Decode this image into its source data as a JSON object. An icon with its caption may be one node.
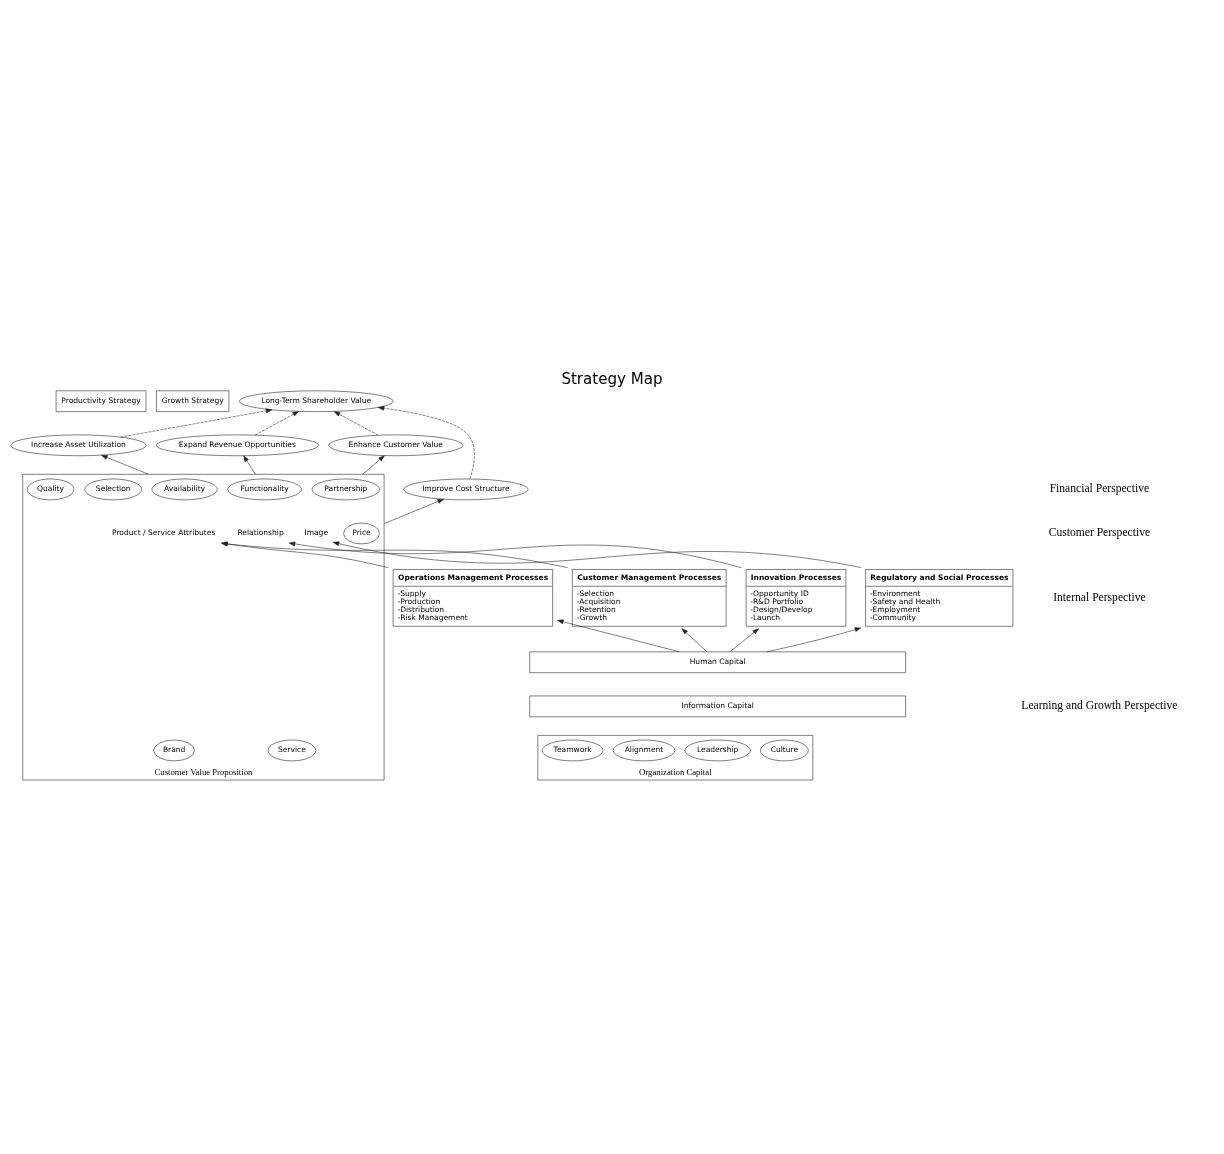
{
  "diagram": {
    "title": "Strategy Map",
    "nodes": [
      {
        "text": [
          "Productivity Strategy"
        ]
      },
      {
        "text": [
          "Long-Term Shareholder Value"
        ]
      },
      {
        "text": [
          "Growth Strategy"
        ]
      },
      {
        "text": [
          "Improve Cost Structure"
        ]
      },
      {
        "text": [
          "Increase Asset Utilization"
        ]
      },
      {
        "text": [
          "Expand Revenue Opportunities"
        ]
      },
      {
        "text": [
          "Enhance Customer Value"
        ]
      },
      {
        "text": [
          "Customer Value Proposition"
        ]
      },
      {
        "text": [
          "Price"
        ],
        "in": 7
      },
      {
        "text": [
          "Quality"
        ],
        "in": 7
      },
      {
        "text": [
          "Availability"
        ],
        "in": 7
      },
      {
        "text": [
          "Selection"
        ],
        "in": 7
      },
      {
        "text": [
          "Functionality"
        ],
        "in": 7
      },
      {
        "text": [
          "Service"
        ],
        "in": 7
      },
      {
        "text": [
          "Partnership"
        ],
        "in": 7
      },
      {
        "text": [
          "Brand"
        ],
        "in": 7
      },
      {
        "text": [
          "Product / Service Attributes"
        ],
        "in": 7
      },
      {
        "text": [
          "Relationship"
        ],
        "in": 7
      },
      {
        "text": [
          "Image"
        ],
        "in": 7
      },
      {
        "text": [
          "Operations Management Processes",
          "-Supply -Production -Distribution -Risk Management"
        ]
      },
      {
        "text": [
          "Customer Management Processes",
          "-Selection -Acquisition -Retention -Growth"
        ]
      },
      {
        "text": [
          "Innovation Processes",
          "-Opportunity ID -R&D Portfolio -Design/Develop -Launch"
        ]
      },
      {
        "text": [
          "Regulatory and Social Processes",
          "-Environment -Safety and Health -Employment -Community"
        ]
      },
      {
        "text": [
          "Human Capital"
        ]
      },
      {
        "text": [
          "Information Capital"
        ]
      },
      {
        "text": [
          "Organization Capital"
        ]
      },
      {
        "text": [
          "Culture"
        ],
        "in": 25
      },
      {
        "text": [
          "Leadership"
        ],
        "in": 25
      },
      {
        "text": [
          "Alignment"
        ],
        "in": 25
      },
      {
        "text": [
          "Teamwork"
        ],
        "in": 25
      }
    ],
    "edges": [
      {
        "from": 3,
        "to": 1,
        "arrow": "to",
        "style": "dashed"
      },
      {
        "from": 4,
        "to": 1,
        "arrow": "to",
        "style": "dashed"
      },
      {
        "from": 5,
        "to": 1,
        "arrow": "to",
        "style": "dashed"
      },
      {
        "from": 6,
        "to": 1,
        "arrow": "to",
        "style": "dashed"
      },
      {
        "from": 7,
        "to": 3,
        "arrow": "to"
      },
      {
        "from": 7,
        "to": 4,
        "arrow": "to"
      },
      {
        "from": 7,
        "to": 5,
        "arrow": "to"
      },
      {
        "from": 7,
        "to": 6,
        "arrow": "to"
      },
      {
        "from": 19,
        "to": 16,
        "arrow": "to"
      },
      {
        "from": 20,
        "to": 16,
        "arrow": "to"
      },
      {
        "from": 21,
        "to": 17,
        "arrow": "to"
      },
      {
        "from": 22,
        "to": 18,
        "arrow": "to"
      },
      {
        "from": 23,
        "to": 19,
        "arrow": "to"
      },
      {
        "from": 23,
        "to": 20,
        "arrow": "to"
      },
      {
        "from": 23,
        "to": 21,
        "arrow": "to"
      },
      {
        "from": 23,
        "to": 22,
        "arrow": "to"
      }
    ],
    "labels": [
      "Financial Perspective",
      "Customer Perspective",
      "Internal Perspective",
      "Learning and Growth Perspective"
    ]
  }
}
